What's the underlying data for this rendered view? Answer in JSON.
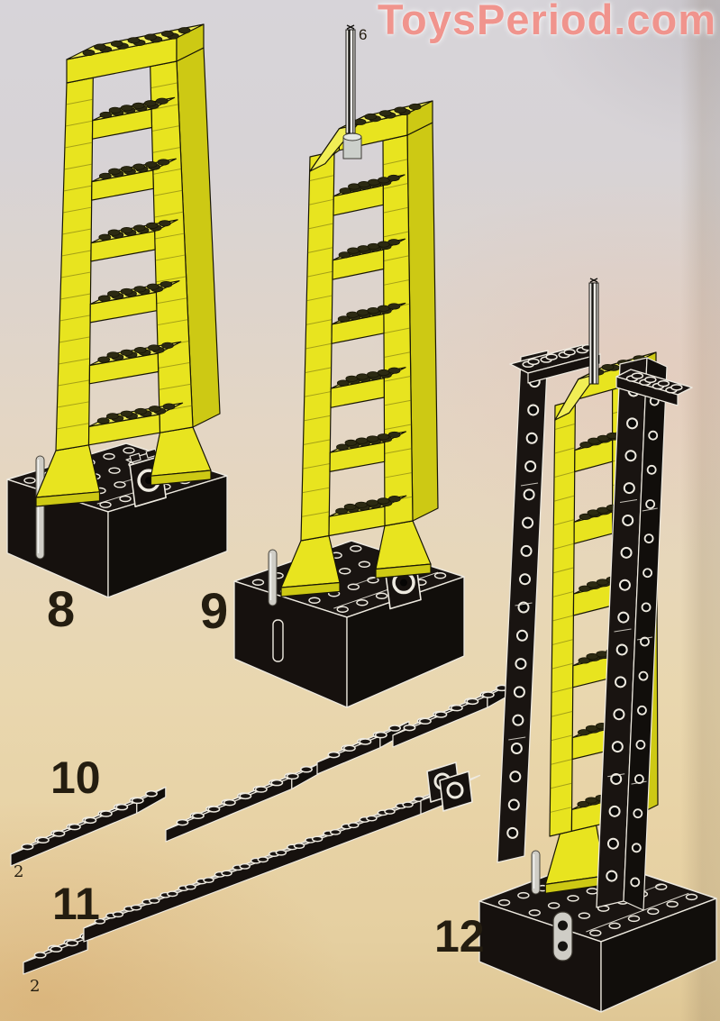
{
  "watermark": {
    "text": "ToysPeriod.com"
  },
  "steps": [
    {
      "label": "8"
    },
    {
      "label": "9",
      "mast_callout": "6"
    },
    {
      "label": "10",
      "quantity": "2"
    },
    {
      "label": "11",
      "quantity": "2"
    },
    {
      "label": "12"
    }
  ],
  "colors": {
    "watermark_pink": "#f0948d",
    "label_ink": "#241d10",
    "brick_yellow": "#e8e41f",
    "brick_yellow_light": "#f1ee55",
    "brick_yellow_dark": "#cdc914",
    "stud_dark": "#2c2a12",
    "outline_black": "#181606",
    "course_line": "#55500f",
    "brick_black": "#191411",
    "black_front": "#16110e",
    "black_side": "#110e0b",
    "outline_white": "#eeeae0",
    "gray_part": "#cfcdc6",
    "bg_top": "#d7d4d9",
    "bg_bottom": "#e5cfa0"
  }
}
